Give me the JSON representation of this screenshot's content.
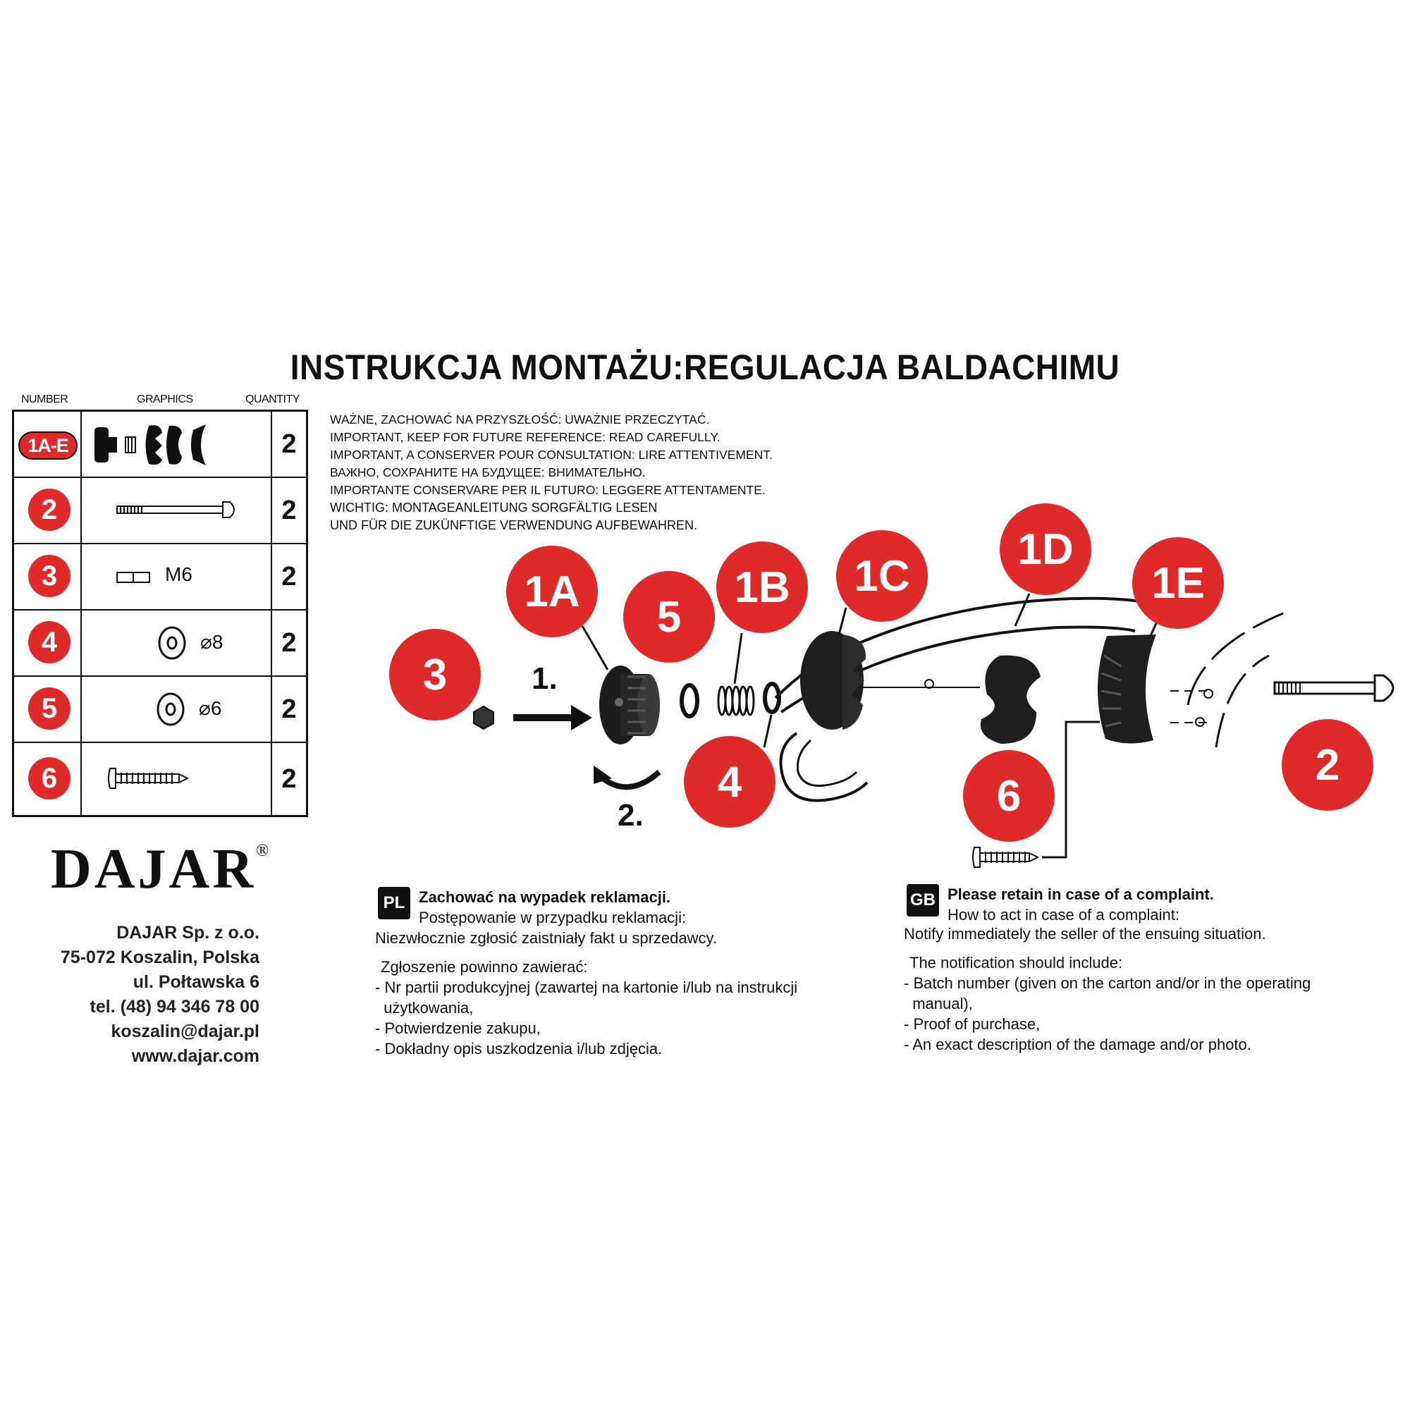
{
  "title": "INSTRUKCJA MONTAŻU:REGULACJA BALDACHIMU",
  "table": {
    "headers": {
      "number": "NUMBER",
      "graphics": "GRAPHICS",
      "quantity": "QUANTITY"
    },
    "rows": [
      {
        "number": "1A-E",
        "graphic_label": "",
        "quantity": "2"
      },
      {
        "number": "2",
        "graphic_label": "",
        "quantity": "2"
      },
      {
        "number": "3",
        "graphic_label": "M6",
        "quantity": "2"
      },
      {
        "number": "4",
        "graphic_label": "⌀8",
        "quantity": "2"
      },
      {
        "number": "5",
        "graphic_label": "⌀6",
        "quantity": "2"
      },
      {
        "number": "6",
        "graphic_label": "",
        "quantity": "2"
      }
    ]
  },
  "warnings": [
    "WAŻNE, ZACHOWAĆ NA PRZYSZŁOŚĆ: UWAŻNIE PRZECZYTAĆ.",
    "IMPORTANT, KEEP FOR FUTURE REFERENCE: READ CAREFULLY.",
    "IMPORTANT, A CONSERVER POUR CONSULTATION: LIRE ATTENTIVEMENT.",
    "ВАЖНО, СОХРАНИТЕ НА БУДУЩЕЕ: ВНИМАТЕЛЬНО.",
    "IMPORTANTE CONSERVARE PER IL FUTURO: LEGGERE ATTENTAMENTE.",
    "WICHTIG: MONTAGEANLEITUNG SORGFÄLTIG LESEN",
    "UND FÜR DIE ZUKÜNFTIGE VERWENDUNG AUFBEWAHREN."
  ],
  "diagram": {
    "labels": [
      "3",
      "1A",
      "5",
      "1B",
      "4",
      "1C",
      "1D",
      "1E",
      "6",
      "2"
    ],
    "step1": "1.",
    "step2": "2."
  },
  "notice_pl": {
    "flag": "PL",
    "heading": "Zachować na wypadek reklamacji.",
    "subheading": "Postępowanie w przypadku reklamacji:",
    "line1": "Niezwłocznie zgłosić zaistniały fakt u sprzedawcy.",
    "intro": "Zgłoszenie powinno zawierać:",
    "items": [
      "- Nr partii produkcyjnej (zawartej na kartonie i/lub na instrukcji",
      "  użytkowania,",
      "- Potwierdzenie zakupu,",
      "- Dokładny opis uszkodzenia i/lub zdjęcia."
    ]
  },
  "notice_gb": {
    "flag": "GB",
    "heading": "Please retain in case of a complaint.",
    "subheading": "How to act in case of a complaint:",
    "line1": "Notify immediately the seller of the ensuing situation.",
    "intro": "The notification should include:",
    "items": [
      "- Batch number (given on the carton and/or in the operating",
      "  manual),",
      "- Proof of purchase,",
      "- An exact description of the damage and/or photo."
    ]
  },
  "brand": {
    "name": "DAJAR",
    "reg": "®"
  },
  "address": [
    "DAJAR Sp. z o.o.",
    "75-072 Koszalin, Polska",
    "ul. Połtawska 6",
    "tel. (48) 94 346 78 00",
    "koszalin@dajar.pl",
    "www.dajar.com"
  ],
  "colors": {
    "badge": "#e02a2a",
    "ink": "#111111"
  }
}
